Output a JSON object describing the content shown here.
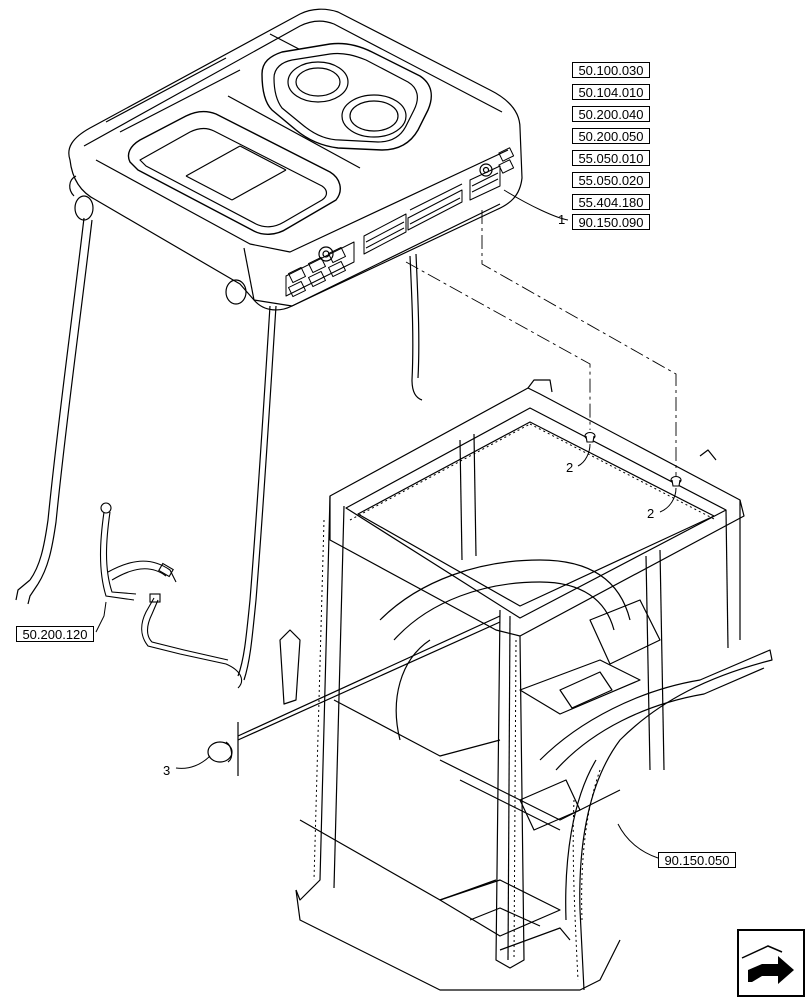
{
  "reference_codes": {
    "roof_group": [
      "50.100.030",
      "50.104.010",
      "50.200.040",
      "50.200.050",
      "55.050.010",
      "55.050.020",
      "55.404.180",
      "90.150.090"
    ],
    "harness": "50.200.120",
    "cab_frame": "90.150.050"
  },
  "callouts": {
    "roof_item": "1",
    "grommet_left": "2",
    "grommet_right": "2",
    "plug": "3"
  },
  "nav_icon": "next-page-arrow-icon"
}
